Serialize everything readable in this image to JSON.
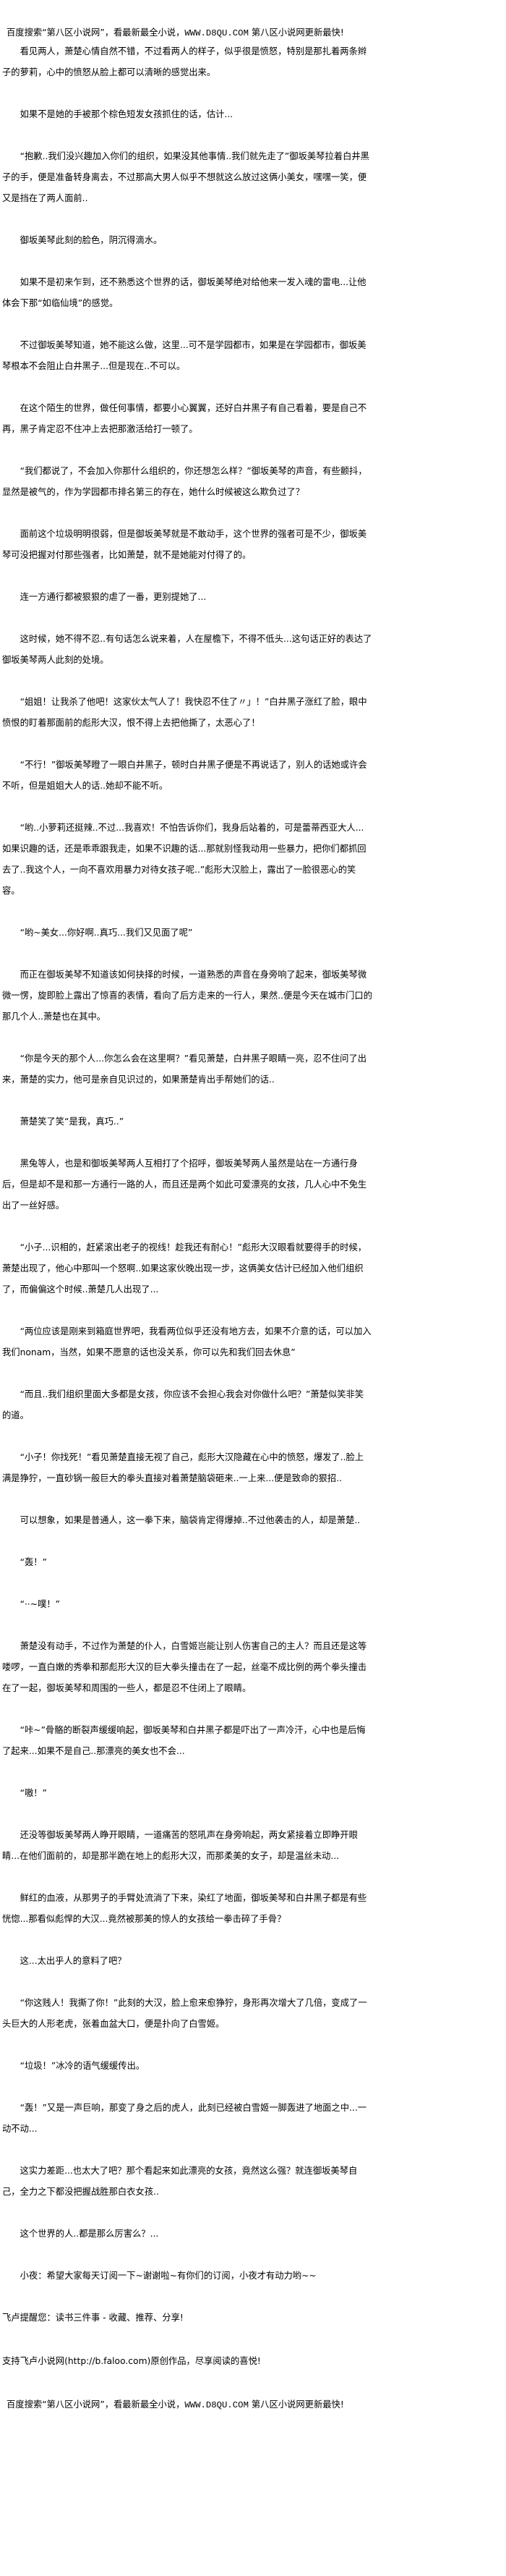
{
  "banner": {
    "left": "百度搜索“第八区小说网”，看最新最全小说，",
    "url": "WWW.D8QU.COM",
    "right": "  第八区小说网更新最快!"
  },
  "paragraphs": [
    "看见两人，萧楚心情自然不错，不过看两人的样子，似乎很是愤怒，特别是那扎着两条辫子的萝莉，心中的愤怒从脸上都可以清晰的感觉出来。",
    "如果不是她的手被那个棕色短发女孩抓住的话，估计...",
    "“抱歉..我们没兴趣加入你们的组织，如果没其他事情..我们就先走了”御坂美琴拉着白井黑子的手，便是准备转身离去，不过那高大男人似乎不想就这么放过这俩小美女，嘿嘿一笑，便又是挡在了两人面前..",
    "御坂美琴此刻的脸色，阴沉得滴水。",
    "如果不是初来乍到，还不熟悉这个世界的话，御坂美琴绝对给他来一发入魂的雷电...让他体会下那“如临仙境”的感觉。",
    "不过御坂美琴知道，她不能这么做，这里...可不是学园都市，如果是在学园都市，御坂美琴根本不会阻止白井黑子...但是现在..不可以。",
    "在这个陌生的世界，做任何事情，都要小心翼翼，还好白井黑子有自己看着，要是自己不再，黑子肯定忍不住冲上去把那激活给打一顿了。",
    "“我们都说了，不会加入你那什么组织的，你还想怎么样？”御坂美琴的声音，有些颤抖，显然是被气的，作为学园都市排名第三的存在，她什么时候被这么欺负过了？",
    "面前这个垃圾明明很弱，但是御坂美琴就是不敢动手，这个世界的强者可是不少，御坂美琴可没把握对付那些强者，比如萧楚，就不是她能对付得了的。",
    "连一方通行都被狠狠的虐了一番，更别提她了...",
    "这时候，她不得不忍..有句话怎么说来着，人在屋檐下，不得不低头...这句话正好的表达了御坂美琴两人此刻的处境。",
    "“姐姐！让我杀了他吧！这家伙太气人了！我快忍不住了〃」！”白井黑子涨红了脸，眼中愤恨的盯着那面前的彪形大汉，恨不得上去把他撕了，太恶心了！",
    "“不行！”御坂美琴瞪了一眼白井黑子，顿时白井黑子便是不再说话了，别人的话她或许会不听，但是姐姐大人的话..她却不能不听。",
    "“哟..小萝莉还挺辣..不过...我喜欢！不怕告诉你们，我身后站着的，可是蕾蒂西亚大人...如果识趣的话，还是乖乖跟我走，如果不识趣的话...那就别怪我动用一些暴力，把你们都抓回去了..我这个人，一向不喜欢用暴力对待女孩子呢..”彪形大汉脸上，露出了一脸很恶心的笑容。",
    "“哟~美女...你好啊..真巧...我们又见面了呢”",
    "而正在御坂美琴不知道该如何抉择的时候，一道熟悉的声音在身旁响了起来，御坂美琴微微一愣，旋即脸上露出了惊喜的表情，看向了后方走来的一行人，果然..便是今天在城市门口的那几个人..萧楚也在其中。",
    "“你是今天的那个人...你怎么会在这里啊？”看见萧楚，白井黑子眼睛一亮，忍不住问了出来，萧楚的实力，他可是亲自见识过的，如果萧楚肯出手帮她们的话..",
    "萧楚笑了笑“是我，真巧..”",
    "黑兔等人，也是和御坂美琴两人互相打了个招呼，御坂美琴两人虽然是站在一方通行身后，但是却不是和那一方通行一路的人，而且还是两个如此可爱漂亮的女孩，几人心中不免生出了一丝好感。",
    "“小子...识相的，赶紧滚出老子的视线！趁我还有耐心！”彪形大汉眼看就要得手的时候，萧楚出现了，他心中那叫一个怒啊..如果这家伙晚出现一步，这俩美女估计已经加入他们组织了，而偏偏这个时候..萧楚几人出现了...",
    "“两位应该是刚来到箱庭世界吧，我看两位似乎还没有地方去，如果不介意的话，可以加入我们nonam，当然，如果不愿意的话也没关系，你可以先和我们回去休息”",
    "“而且..我们组织里面大多都是女孩，你应该不会担心我会对你做什么吧？”萧楚似笑非笑的道。",
    "“小子！你找死！”看见萧楚直接无视了自己，彪形大汉隐藏在心中的愤怒，爆发了..脸上满是狰狞，一直砂锅一般巨大的拳头直接对着萧楚脑袋砸来..一上来...便是致命的狠招..",
    "可以想象，如果是普通人，这一拳下来，脑袋肯定得爆掉..不过他袭击的人，却是萧楚..",
    "“轰！”",
    "“··~噗！”",
    "萧楚没有动手，不过作为萧楚的仆人，白雪姬岂能让别人伤害自己的主人？而且还是这等喽啰，一直白嫩的秀拳和那彪形大汉的巨大拳头撞击在了一起，丝毫不成比例的两个拳头撞击在了一起，御坂美琴和周围的一些人，都是忍不住闭上了眼睛。",
    "“咔~”骨骼的断裂声缓缓响起，御坂美琴和白井黑子都是吓出了一声冷汗，心中也是后悔了起来...如果不是自己..那漂亮的美女也不会...",
    "“嗷！”",
    "还没等御坂美琴两人睁开眼睛，一道痛苦的怒吼声在身旁响起，两女紧接着立即睁开眼睛...在他们面前的，却是那半跪在地上的彪形大汉，而那柔美的女子，却是温丝未动...",
    "鲜红的血液，从那男子的手臂处流淌了下来，染红了地面，御坂美琴和白井黑子都是有些恍惚...那看似彪悍的大汉...竟然被那美的惊人的女孩给一拳击碎了手骨？",
    "这...太出乎人的意料了吧？",
    "“你这贱人！我撕了你！”此刻的大汉，脸上愈来愈狰狞，身形再次增大了几倍，变成了一头巨大的人形老虎，张着血盆大口，便是扑向了白雪姬。",
    "“垃圾！”冰冷的语气缓缓传出。",
    "“轰！”又是一声巨响，那变了身之后的虎人，此刻已经被白雪姬一脚轰进了地面之中...一动不动...",
    "这实力差距...也太大了吧？那个看起来如此漂亮的女孩，竟然这么强？就连御坂美琴自己，全力之下都没把握战胜那白衣女孩..",
    "这个世界的人..都是那么厉害么？...",
    "小夜：希望大家每天订阅一下~谢谢啦~有你们的订阅，小夜才有动力哟~~"
  ],
  "footer": {
    "reminder": "飞卢提醒您：读书三件事 - 收藏、推荐、分享!",
    "support": "支持飞卢小说网(http://b.faloo.com)原创作品，尽享阅读的喜悦!"
  }
}
